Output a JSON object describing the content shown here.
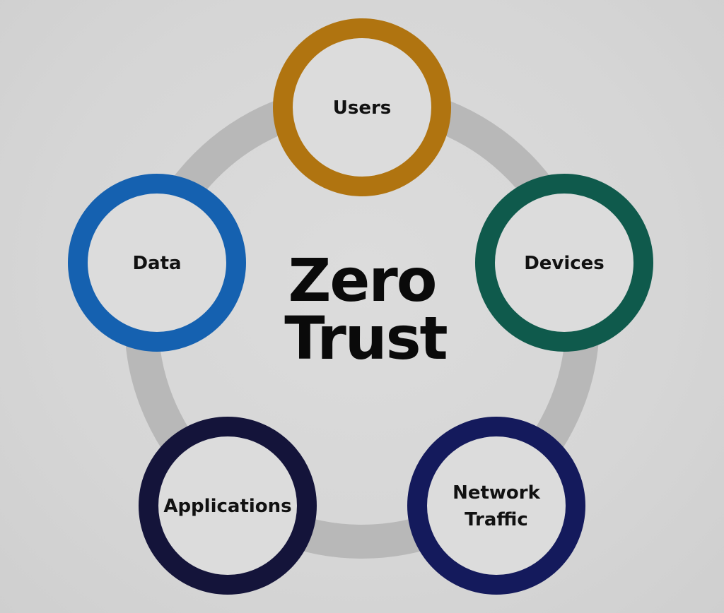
{
  "title": {
    "line1": "Zero",
    "line2": "Trust"
  },
  "colors": {
    "background": "#d6d6d6",
    "connector_ring": "#b8b8b8",
    "node_fill": "#dcdcdc",
    "text": "#111111"
  },
  "nodes": [
    {
      "id": "users",
      "lines": [
        "Users"
      ],
      "color": "#b07410"
    },
    {
      "id": "devices",
      "lines": [
        "Devices"
      ],
      "color": "#0f5a4c"
    },
    {
      "id": "network-traffic",
      "lines": [
        "Network",
        "Traffic"
      ],
      "color": "#141a5c"
    },
    {
      "id": "applications",
      "lines": [
        "Applications"
      ],
      "color": "#14143a"
    },
    {
      "id": "data",
      "lines": [
        "Data"
      ],
      "color": "#1561b0"
    }
  ]
}
